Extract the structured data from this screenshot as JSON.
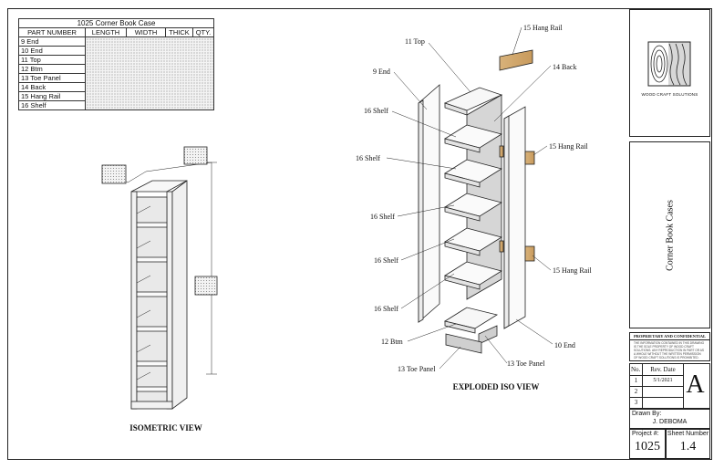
{
  "cut_list": {
    "title": "1025 Corner Book Case",
    "headers": [
      "PART NUMBER",
      "LENGTH",
      "WIDTH",
      "THICK",
      "QTY."
    ],
    "parts": [
      "9 End",
      "10 End",
      "11 Top",
      "12 Btm",
      "13 Toe Panel",
      "14 Back",
      "15 Hang Rail",
      "16 Shelf"
    ]
  },
  "views": {
    "isometric": "ISOMETRIC VIEW",
    "exploded": "EXPLODED ISO VIEW"
  },
  "callouts": {
    "top": "11 Top",
    "end9": "9 End",
    "shelf": "16 Shelf",
    "back": "14 Back",
    "rail": "15 Hang Rail",
    "btm": "12 Btm",
    "toe": "13 Toe Panel",
    "end10": "10 End"
  },
  "title_block": {
    "company": "WOOD CRAFT SOLUTIONS",
    "drawing_title": "Corner Book Cases",
    "proprietary_heading": "PROPRIETARY AND CONFIDENTIAL",
    "proprietary_text": "THE INFORMATION CONTAINED IN THIS DRAWING IS THE SOLE PROPERTY OF WOOD CRAFT SOLUTIONS. ANY REPRODUCTION IN PART OR AS A WHOLE WITHOUT THE WRITTEN PERMISSION OF WOOD CRAFT SOLUTIONS IS PROHIBITED.",
    "rev_headers": [
      "No.",
      "Rev. Date"
    ],
    "revisions": [
      {
        "no": "1",
        "date": "5/1/2021"
      },
      {
        "no": "2",
        "date": ""
      },
      {
        "no": "3",
        "date": ""
      }
    ],
    "rev_letter": "A",
    "drawn_by_label": "Drawn By:",
    "drawn_by": "J. DEBOMA",
    "project_label": "Project #:",
    "project": "1025",
    "sheet_label": "Sheet Number",
    "sheet": "1.4"
  }
}
